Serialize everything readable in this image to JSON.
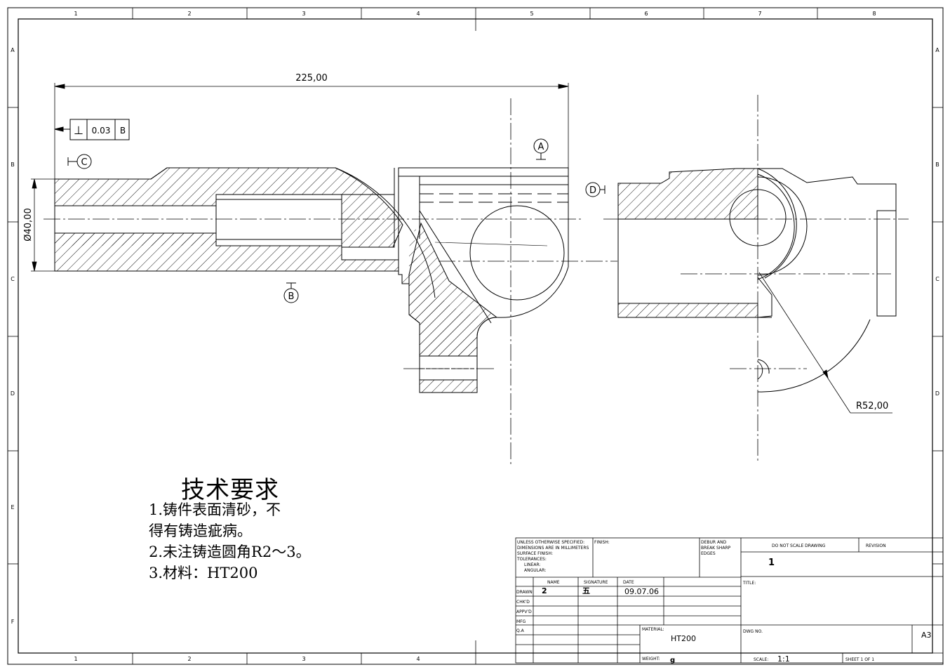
{
  "frame": {
    "columns": [
      "1",
      "2",
      "3",
      "4",
      "5",
      "6",
      "7",
      "8"
    ],
    "rows": [
      "A",
      "B",
      "C",
      "D",
      "E",
      "F"
    ]
  },
  "dimensions": {
    "length": "225,00",
    "diameter": "Ø40,00",
    "radius": "R52,00"
  },
  "gdt": {
    "symbol": "⊥",
    "tolerance": "0.03",
    "datum": "B"
  },
  "datums": {
    "a": "A",
    "b": "B",
    "c": "C",
    "d": "D"
  },
  "tech_requirements": {
    "title": "技术要求",
    "line1": "1.铸件表面清砂，不",
    "line2": "得有铸造疵病。",
    "line3": "2.未注铸造圆角R2～3。",
    "line4": "3.材料：HT200"
  },
  "title_block": {
    "general_note": [
      "UNLESS OTHERWISE SPECIFIED:",
      "DIMENSIONS ARE IN MILLIMETERS",
      "SURFACE FINISH:",
      "TOLERANCES:",
      "LINEAR:",
      "ANGULAR:"
    ],
    "finish_label": "FINISH:",
    "deburr_note": [
      "DEBUR AND",
      "BREAK SHARP",
      "EDGES"
    ],
    "do_not_scale": "DO NOT SCALE DRAWING",
    "revision_label": "REVISION",
    "revision_value": "1",
    "headers": {
      "name": "NAME",
      "signature": "SIGNATURE",
      "date": "DATE"
    },
    "rows": [
      "DRAWN",
      "CHK'D",
      "APPV'D",
      "MFG",
      "Q.A"
    ],
    "drawn_name": "2",
    "drawn_signature": "五",
    "drawn_date": "09.07.06",
    "title_label": "TITLE:",
    "material_label": "MATERIAL:",
    "material_value": "HT200",
    "dwg_no_label": "DWG NO.",
    "size": "A3",
    "weight_label": "WEIGHT:",
    "weight_value": "g",
    "scale_label": "SCALE:",
    "scale_value": "1:1",
    "sheet": "SHEET 1 OF 1"
  }
}
